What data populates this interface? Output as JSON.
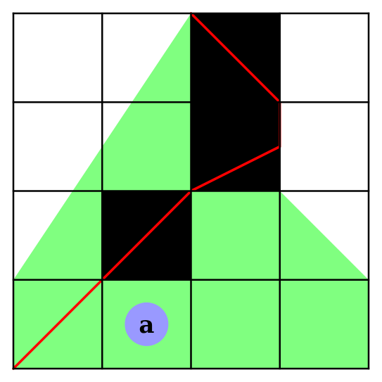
{
  "grid": {
    "rows": 4,
    "cols": 4,
    "cells": [
      [
        "empty",
        "empty",
        "wall",
        "empty"
      ],
      [
        "empty",
        "empty",
        "wall",
        "empty"
      ],
      [
        "empty",
        "wall",
        "empty",
        "empty"
      ],
      [
        "empty",
        "empty",
        "empty",
        "empty"
      ]
    ]
  },
  "agent": {
    "label": "a",
    "row": 3.5,
    "col": 1.5
  },
  "visibility": {
    "polygon": [
      [
        2,
        0
      ],
      [
        3,
        1
      ],
      [
        3,
        1.5
      ],
      [
        2,
        2
      ],
      [
        3,
        2
      ],
      [
        4,
        3
      ],
      [
        4,
        4
      ],
      [
        1,
        4
      ],
      [
        0,
        4
      ],
      [
        0,
        3
      ]
    ],
    "rays": [
      [
        [
          2,
          0
        ],
        [
          3,
          1
        ],
        [
          3,
          1.5
        ]
      ],
      [
        [
          3,
          1.5
        ],
        [
          2,
          2
        ],
        [
          1,
          3
        ],
        [
          0,
          4
        ]
      ]
    ]
  },
  "colors": {
    "background": "#ffffff",
    "wall": "#000000",
    "visible_region": "#80ff80",
    "ray": "#ff0000",
    "grid_line": "#000000",
    "agent_fill": "#9999ff",
    "agent_text": "#000000"
  }
}
